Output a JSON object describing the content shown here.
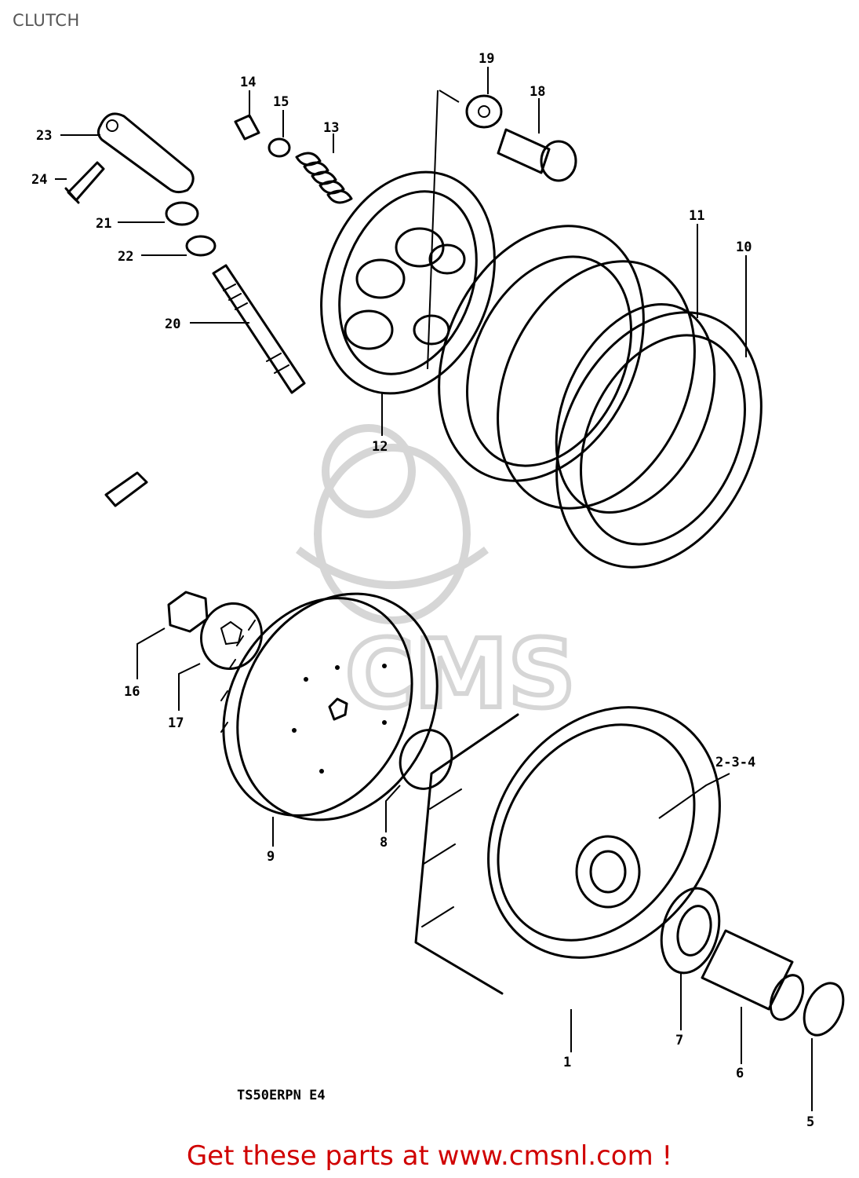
{
  "title": "CLUTCH",
  "model_code": "TS50ERPN E4",
  "footer_link": "Get these parts at www.cmsnl.com !",
  "watermark": "CMS",
  "part_labels": [
    "1",
    "2-3-4",
    "5",
    "6",
    "7",
    "8",
    "9",
    "10",
    "11",
    "12",
    "13",
    "14",
    "15",
    "16",
    "17",
    "18",
    "19",
    "20",
    "21",
    "22",
    "23",
    "24"
  ],
  "colors": {
    "title": "#555555",
    "footer": "#d00000",
    "line": "#000000",
    "watermark": "#d6d6d6"
  }
}
